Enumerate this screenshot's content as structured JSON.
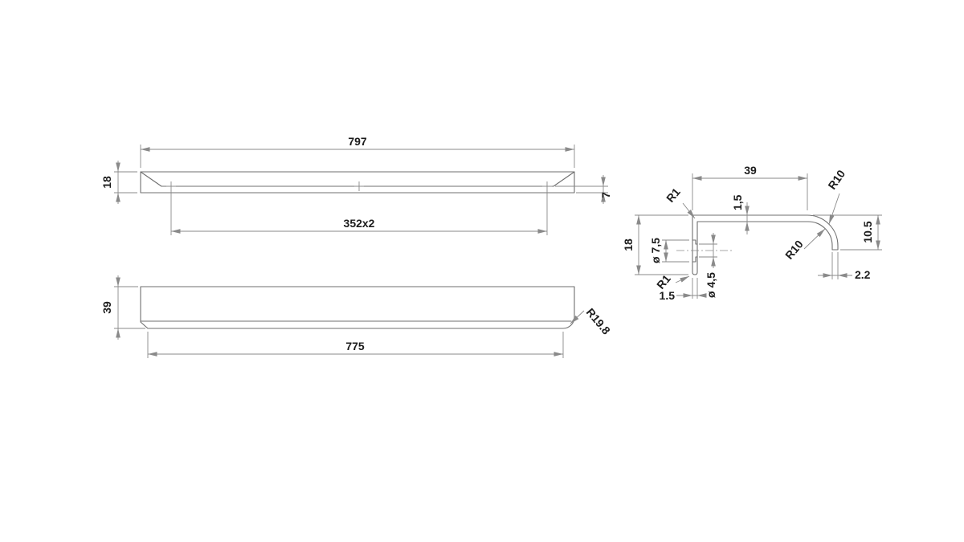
{
  "meta": {
    "drawing_type": "technical-drawing-handle-profile",
    "background_color": "#ffffff",
    "line_color": "#6f6f6f",
    "dim_line_color": "#8a8a8a",
    "text_color": "#1c1c1c"
  },
  "top_view": {
    "length": "797",
    "depth": "18",
    "hole_spacing": "352x2",
    "hole_offset": "7"
  },
  "front_view": {
    "height": "39",
    "bottom_length": "775",
    "corner_radius": "R19.8"
  },
  "section_view": {
    "width": "39",
    "outer_radius": "R10",
    "inner_radius": "R10",
    "top_fillet": "R1",
    "bottom_fillet": "R1",
    "top_thickness": "1,5",
    "wall_height": "18",
    "counterbore_dia": "ø 7,5",
    "hole_dia": "ø 4,5",
    "lip_height": "10.5",
    "wall_thickness": "1.5",
    "lip_thickness": "2.2"
  }
}
